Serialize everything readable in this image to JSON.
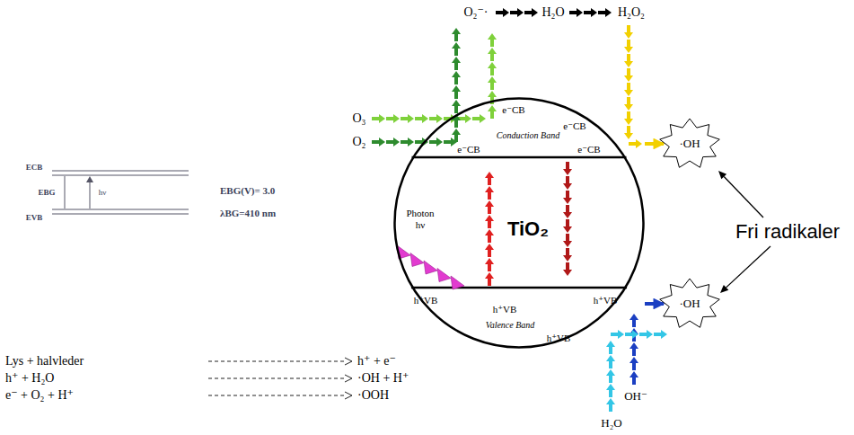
{
  "diagram": {
    "nodes": [
      {
        "text": [
          "TiO₂"
        ]
      },
      {
        "text": [
          "·OH"
        ]
      },
      {
        "text": [
          "·OH"
        ]
      }
    ],
    "edges": [
      {
        "from": 0,
        "to": 1,
        "arrow": "to"
      },
      {
        "from": 0,
        "to": 2,
        "arrow": "to"
      }
    ],
    "labels": [
      "O₂⁻·",
      "H₂O",
      "H₂O₂",
      "O₃",
      "O₂",
      "e⁻CB",
      "e⁻CB",
      "e⁻CB",
      "e⁻CB",
      "Conduction Band",
      "Photon hν",
      "h⁺VB",
      "h⁺VB",
      "h⁺VB",
      "h⁺VB",
      "Valence Band",
      "OH⁻",
      "H₂O",
      "Fri radikaler",
      "ECB",
      "EBG",
      "hν",
      "EVB",
      "EBG(V)= 3.0",
      "λBG=410 nm",
      "Lys + halvleder",
      "h⁺ + e⁻",
      "h⁺ + H₂O",
      "·OH + H⁺",
      "e⁻ + O₂  + H⁺",
      "·OOH"
    ]
  }
}
